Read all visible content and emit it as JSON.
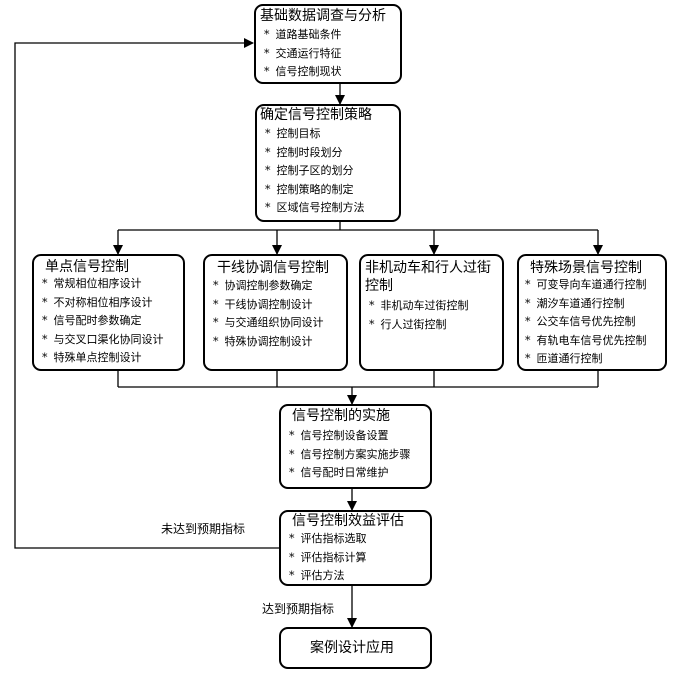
{
  "boxes": {
    "basic": {
      "title": "基础数据调查与分析",
      "items": [
        "道路基础条件",
        "交通运行特征",
        "信号控制现状"
      ]
    },
    "strategy": {
      "title": "确定信号控制策略",
      "items": [
        "控制目标",
        "控制时段划分",
        "控制子区的划分",
        "控制策略的制定",
        "区域信号控制方法"
      ]
    },
    "single": {
      "title": "单点信号控制",
      "items": [
        "常规相位相序设计",
        "不对称相位相序设计",
        "信号配时参数确定",
        "与交叉口渠化协同设计",
        "特殊单点控制设计"
      ]
    },
    "arterial": {
      "title": "干线协调信号控制",
      "items": [
        "协调控制参数确定",
        "干线协调控制设计",
        "与交通组织协同设计",
        "特殊协调控制设计"
      ]
    },
    "nonmotor": {
      "title_line1": "非机动车和行人过街",
      "title_line2": "控制",
      "items": [
        "非机动车过街控制",
        "行人过街控制"
      ]
    },
    "special": {
      "title": "特殊场景信号控制",
      "items": [
        "可变导向车道通行控制",
        "潮汐车道通行控制",
        "公交车信号优先控制",
        "有轨电车信号优先控制",
        "匝道通行控制"
      ]
    },
    "implement": {
      "title": "信号控制的实施",
      "items": [
        "信号控制设备设置",
        "信号控制方案实施步骤",
        "信号配时日常维护"
      ]
    },
    "evaluate": {
      "title": "信号控制效益评估",
      "items": [
        "评估指标选取",
        "评估指标计算",
        "评估方法"
      ]
    },
    "case": {
      "title": "案例设计应用"
    }
  },
  "labels": {
    "not_met": "未达到预期指标",
    "met": "达到预期指标"
  }
}
